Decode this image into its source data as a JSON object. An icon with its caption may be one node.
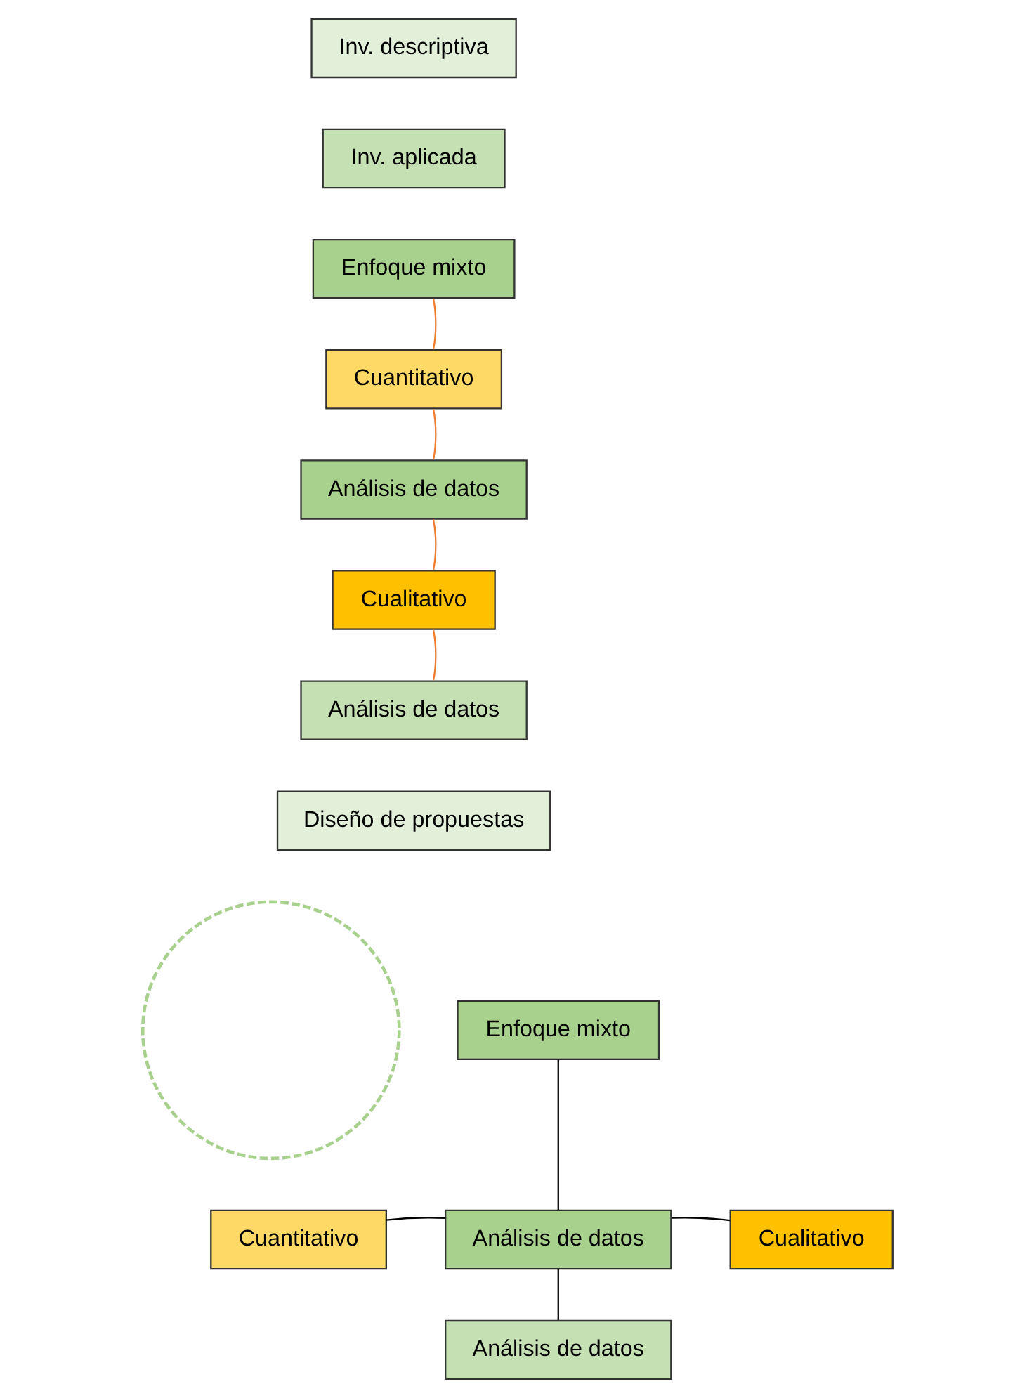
{
  "diagram": {
    "nodes": [
      {
        "text": [
          "Inv. descriptiva"
        ]
      },
      {
        "text": [
          "Inv. aplicada"
        ]
      },
      {
        "text": [
          "Enfoque mixto"
        ]
      },
      {
        "text": [
          "Cuantitativo"
        ]
      },
      {
        "text": [
          "Análisis de datos"
        ]
      },
      {
        "text": [
          "Cualitativo"
        ]
      },
      {
        "text": [
          "Análisis de datos"
        ]
      },
      {
        "text": [
          "Diseño de propuestas"
        ]
      },
      {
        "text": [],
        "shape": "circle"
      },
      {
        "text": [
          "Enfoque mixto"
        ]
      },
      {
        "text": [
          "Cuantitativo"
        ]
      },
      {
        "text": [
          "Análisis de datos"
        ]
      },
      {
        "text": [
          "Cualitativo"
        ]
      },
      {
        "text": [
          "Análisis de datos"
        ]
      }
    ],
    "edges": [
      {
        "from": 3,
        "to": 2,
        "arrow": "none",
        "color": "#ed7d31"
      },
      {
        "from": 3,
        "to": 4,
        "arrow": "none",
        "color": "#ed7d31"
      },
      {
        "from": 4,
        "to": 5,
        "arrow": "none",
        "color": "#ed7d31"
      },
      {
        "from": 5,
        "to": 6,
        "arrow": "none",
        "color": "#ed7d31"
      },
      {
        "from": 9,
        "to": 11,
        "arrow": "none",
        "color": "#000000"
      },
      {
        "from": 10,
        "to": 11,
        "arrow": "none",
        "color": "#000000"
      },
      {
        "from": 11,
        "to": 12,
        "arrow": "none",
        "color": "#000000"
      },
      {
        "from": 11,
        "to": 13,
        "arrow": "none",
        "color": "#000000"
      }
    ]
  }
}
